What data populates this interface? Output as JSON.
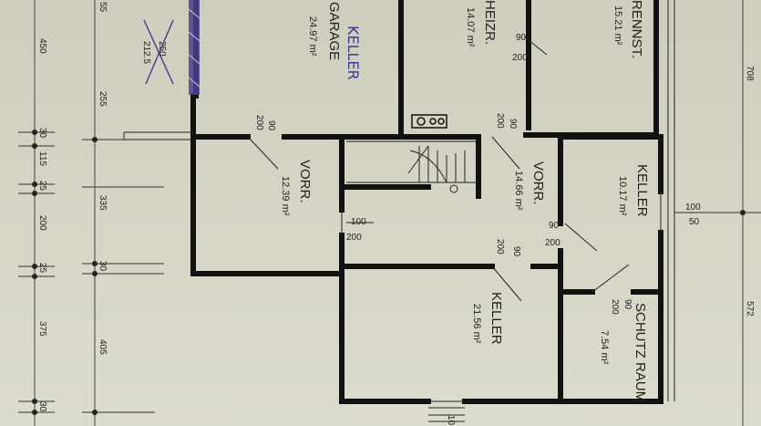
{
  "rooms": {
    "garage": {
      "name": "GARAGE",
      "area": "24.97 m²",
      "handwritten": "KELLER"
    },
    "heizr": {
      "name": "HEIZR.",
      "area": "14.07 m²"
    },
    "brennst": {
      "name": "RENNST.",
      "area": "15.21 m²"
    },
    "vorr_left": {
      "name": "VORR.",
      "area": "12.39 m²"
    },
    "vorr_right": {
      "name": "VORR.",
      "area": "14.66 m²"
    },
    "keller_right": {
      "name": "KELLER",
      "area": "10.17 m²"
    },
    "keller_bottom": {
      "name": "KELLER",
      "area": "21.56 m²"
    },
    "schutzraum": {
      "name": "SCHUTZ RAUM",
      "area": "7.54 m²"
    }
  },
  "doors": [
    {
      "top": "90",
      "bottom": "200"
    },
    {
      "top": "90",
      "bottom": "200"
    },
    {
      "top": "90",
      "bottom": "200"
    },
    {
      "top": "100",
      "bottom": "200"
    },
    {
      "top": "90",
      "bottom": "200"
    },
    {
      "top": "90",
      "bottom": "200"
    },
    {
      "top": "90",
      "bottom": "200"
    },
    {
      "top": "100",
      "bottom": "50"
    }
  ],
  "window_garage": {
    "old": "250",
    "new": "212.5"
  },
  "dims_left_outer": [
    "450",
    "30",
    "115",
    "25",
    "200",
    "25",
    "375",
    "30"
  ],
  "dims_left_inner": [
    "55",
    "255",
    "335",
    "30",
    "405"
  ],
  "dims_right": [
    "708",
    "572"
  ],
  "dims_bottom": [
    "10"
  ]
}
